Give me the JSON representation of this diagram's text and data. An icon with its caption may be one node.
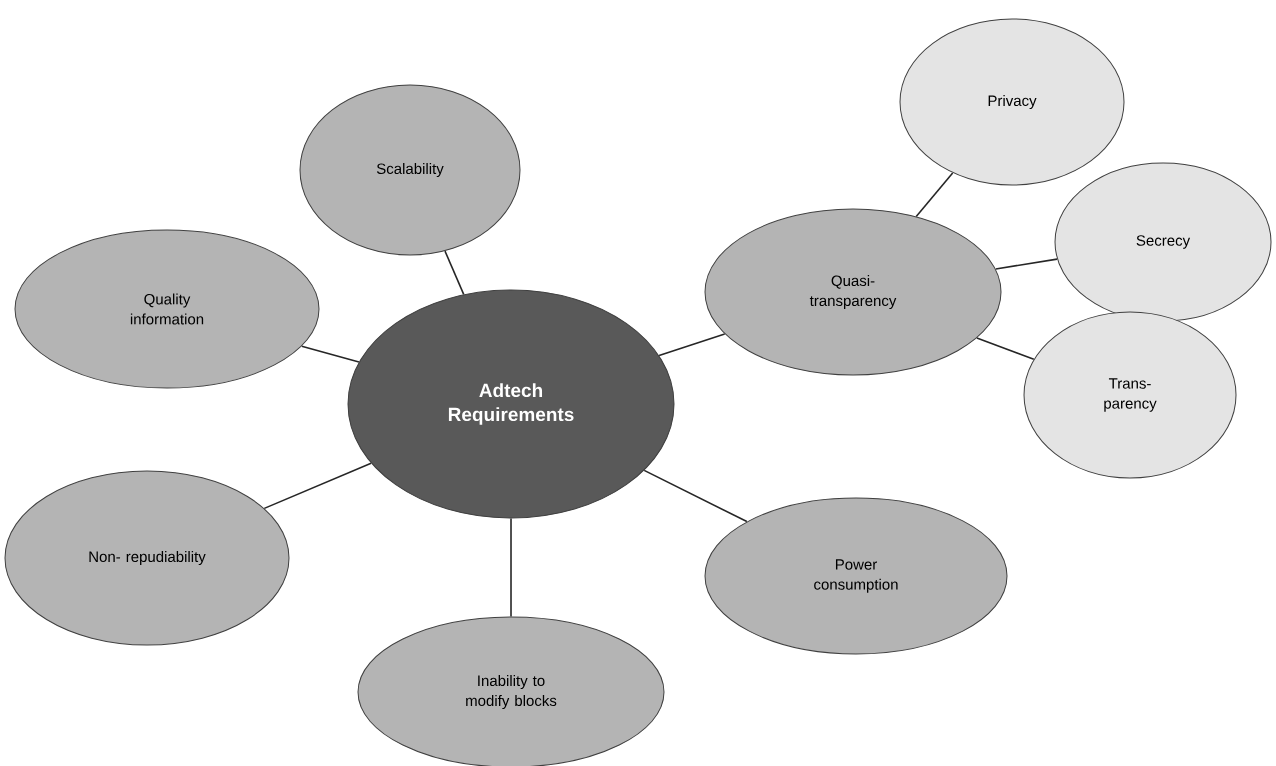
{
  "diagram": {
    "nodes": [
      {
        "text": [
          "Adtech Requirements"
        ]
      },
      {
        "text": [
          "Scalability"
        ]
      },
      {
        "text": [
          "Quality information"
        ]
      },
      {
        "text": [
          "Quasi- transparency"
        ]
      },
      {
        "text": [
          "Privacy"
        ]
      },
      {
        "text": [
          "Secrecy"
        ]
      },
      {
        "text": [
          "Trans- parency"
        ]
      },
      {
        "text": [
          "Non- repudiability"
        ]
      },
      {
        "text": [
          "Inability to modify blocks"
        ]
      },
      {
        "text": [
          "Power consumption"
        ]
      }
    ],
    "edges": [
      {
        "from": 0,
        "to": 1,
        "arrow": "none"
      },
      {
        "from": 0,
        "to": 2,
        "arrow": "none"
      },
      {
        "from": 0,
        "to": 3,
        "arrow": "none"
      },
      {
        "from": 0,
        "to": 7,
        "arrow": "none"
      },
      {
        "from": 0,
        "to": 8,
        "arrow": "none"
      },
      {
        "from": 0,
        "to": 9,
        "arrow": "none"
      },
      {
        "from": 3,
        "to": 4,
        "arrow": "none"
      },
      {
        "from": 3,
        "to": 5,
        "arrow": "none"
      },
      {
        "from": 3,
        "to": 6,
        "arrow": "none"
      }
    ]
  }
}
